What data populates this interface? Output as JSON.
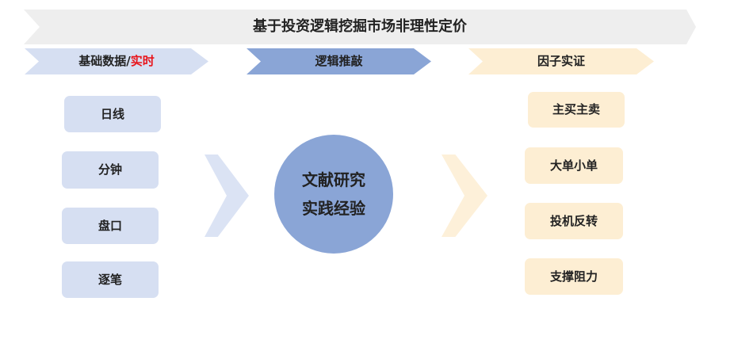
{
  "title": "基于投资逻辑挖掘市场非理性定价",
  "headers": {
    "left_prefix": "基础数据/",
    "left_highlight": "实时",
    "middle": "逻辑推敲",
    "right": "因子实证"
  },
  "data_sources": [
    "日线",
    "分钟",
    "盘口",
    "逐笔"
  ],
  "center": {
    "line1": "文献研究",
    "line2": "实践经验"
  },
  "factors": [
    "主买主卖",
    "大单小单",
    "投机反转",
    "支撑阻力"
  ],
  "colors": {
    "highlight": "#e8141b",
    "blue_light": "#d6dff2",
    "blue_mid": "#8aa5d6",
    "peach": "#fdeed3",
    "banner": "#eeeeee"
  }
}
